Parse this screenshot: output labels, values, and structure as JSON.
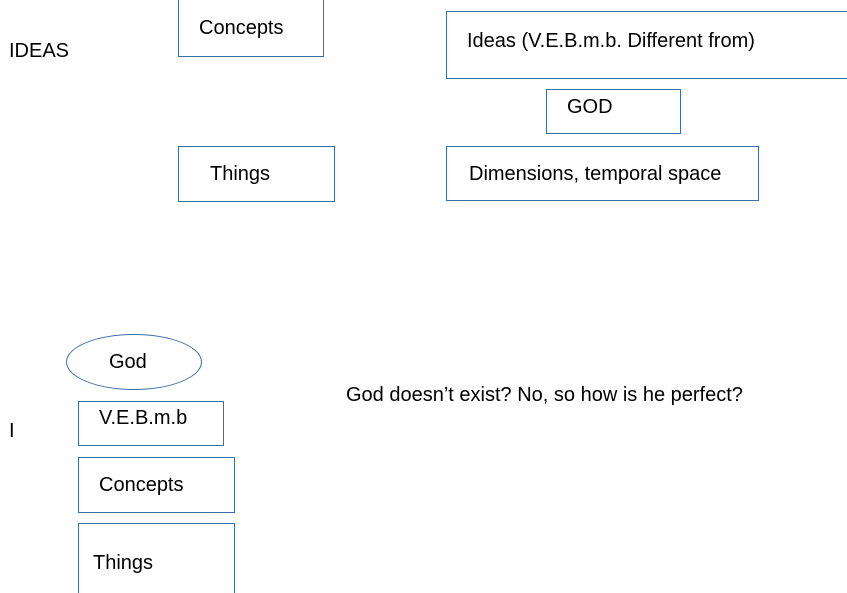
{
  "top_section": {
    "heading": "IDEAS",
    "concepts": "Concepts",
    "things": "Things",
    "ideas_note": "Ideas (V.E.B.m.b. Different from)",
    "god": "GOD",
    "dimensions": "Dimensions, temporal space"
  },
  "bottom_section": {
    "heading": "I",
    "god": "God",
    "vebmb": "V.E.B.m.b",
    "concepts": "Concepts",
    "things": "Things",
    "question": "God doesn’t exist? No, so how is he perfect?"
  },
  "colors": {
    "box_border": "#3d6ea6",
    "text": "#000000",
    "background": "#ffffff"
  }
}
